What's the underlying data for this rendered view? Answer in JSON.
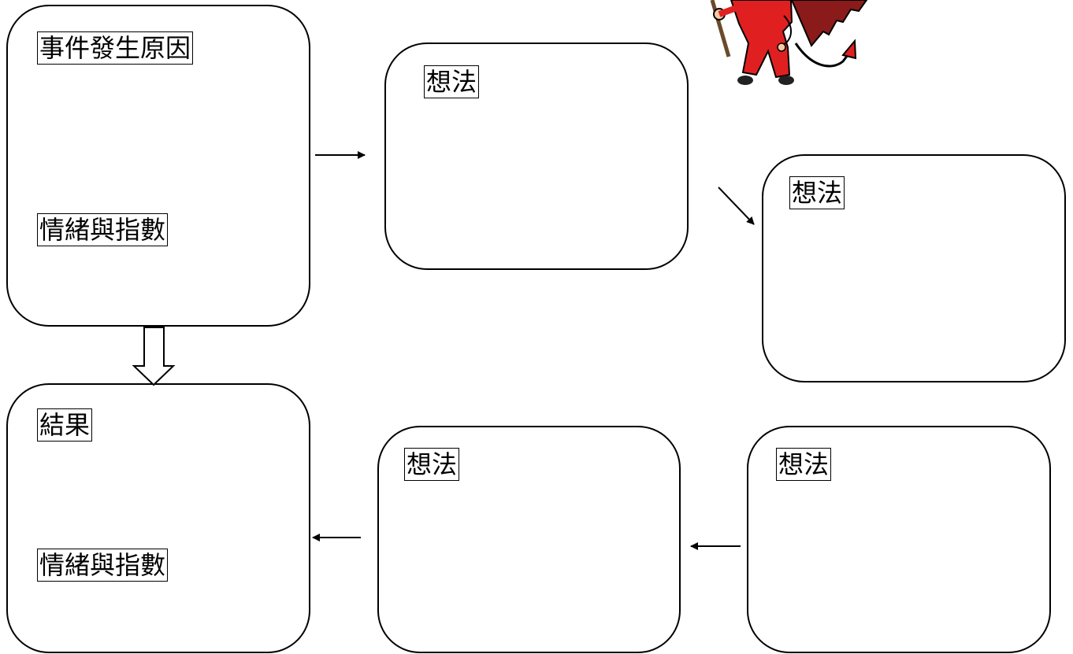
{
  "cause_box": {
    "title": "事件發生原因",
    "emotion": "情緒與指數"
  },
  "thought_boxes": [
    {
      "label": "想法"
    },
    {
      "label": "想法"
    },
    {
      "label": "想法"
    },
    {
      "label": "想法"
    }
  ],
  "result_box": {
    "title": "結果",
    "emotion": "情緒與指數"
  },
  "illustration": {
    "icon": "devil-icon",
    "colors": {
      "body": "#e02020",
      "wings": "#8b1a1a",
      "outline": "#000000"
    }
  }
}
